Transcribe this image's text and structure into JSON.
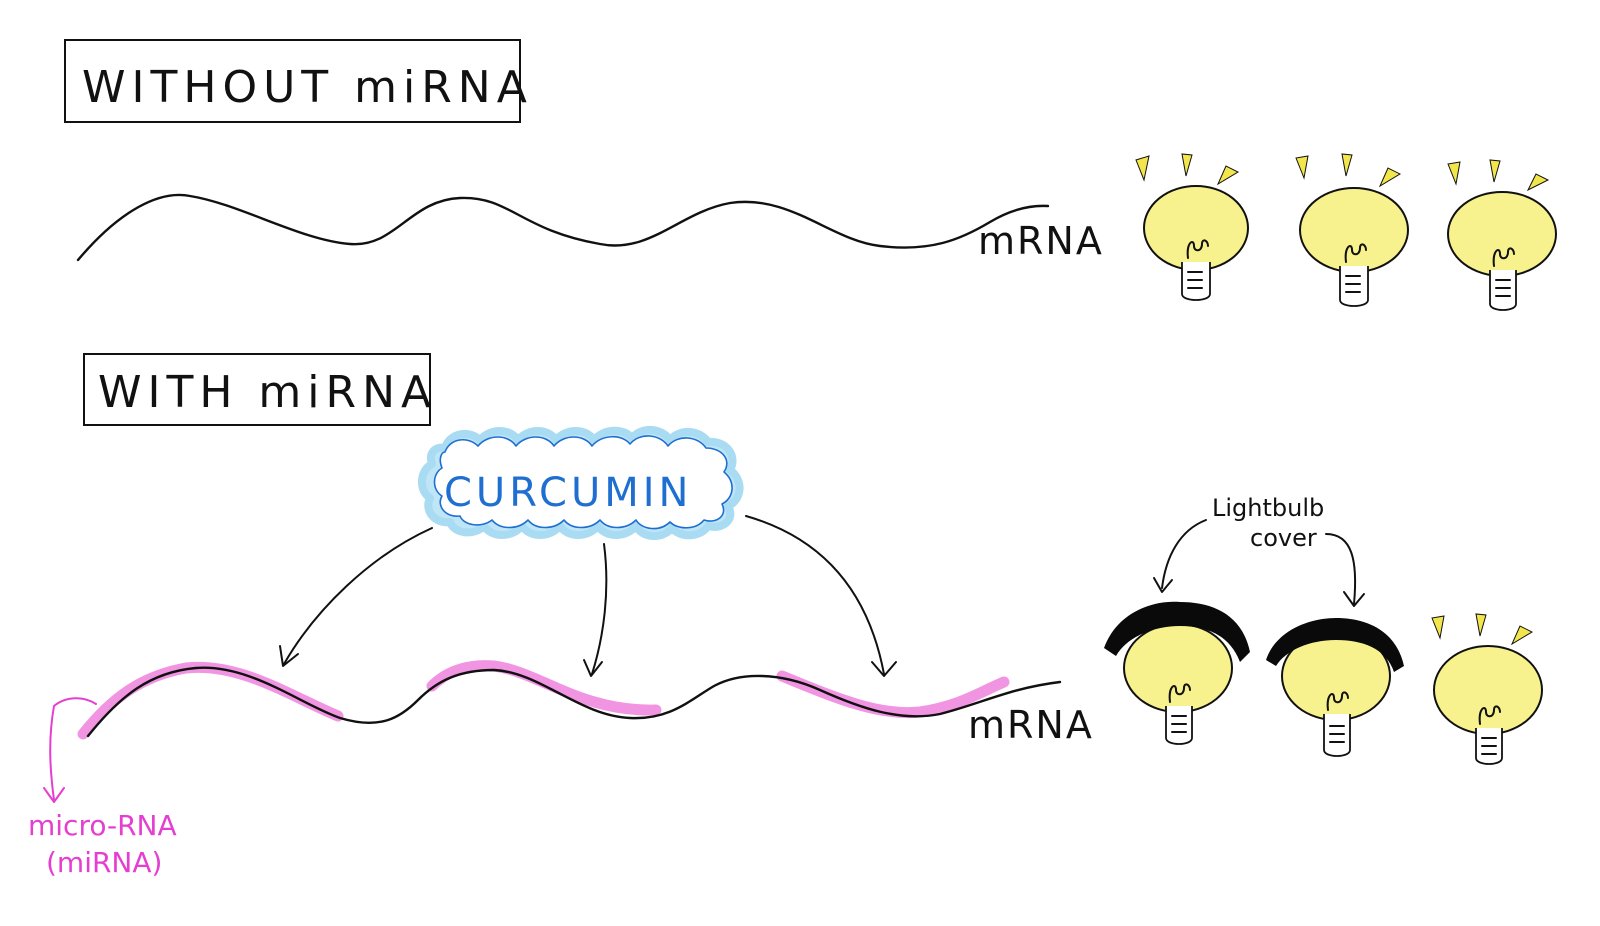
{
  "panels": {
    "without": {
      "title": "WITHOUT miRNA",
      "mrna_label": "mRNA"
    },
    "with": {
      "title": "WITH miRNA",
      "mrna_label": "mRNA",
      "curcumin_label": "CURCUMIN",
      "mirna_label_line1": "micro-RNA",
      "mirna_label_line2": "(miRNA)",
      "cover_label_line1": "Lightbulb",
      "cover_label_line2": "cover"
    }
  },
  "colors": {
    "bulb": "#f7f28d",
    "mirna": "#f08fe0",
    "mirna_text": "#e43fd0",
    "curcumin_text": "#1f6fd1",
    "cloud": "#a9dcf2"
  },
  "icons": [
    "lightbulb-icon",
    "lightbulb-cover-icon",
    "cloud-icon"
  ]
}
